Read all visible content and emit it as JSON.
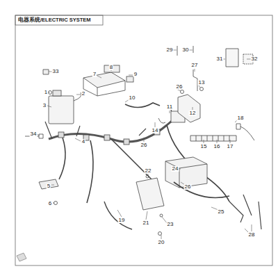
{
  "diagram": {
    "title": "电器系统/ELECTRIC SYSTEM",
    "labels": [
      "33",
      "1",
      "2",
      "3",
      "34",
      "4",
      "5",
      "6",
      "7",
      "8",
      "9",
      "10",
      "11",
      "26",
      "14",
      "27",
      "13",
      "12",
      "29",
      "30",
      "31",
      "32",
      "18",
      "15",
      "16",
      "17",
      "26",
      "22",
      "24",
      "26",
      "25",
      "19",
      "21",
      "23",
      "20",
      "28"
    ]
  }
}
